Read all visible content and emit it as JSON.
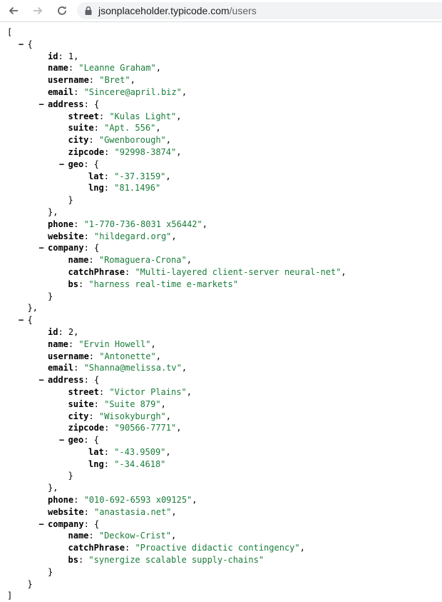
{
  "browser": {
    "url_host": "jsonplaceholder.typicode.com",
    "url_path": "/users",
    "icons": [
      "back-icon",
      "forward-icon",
      "reload-icon",
      "lock-icon"
    ]
  },
  "colors": {
    "string": "#1a7d3b",
    "key": "#000000",
    "toolbar_bg": "#f1f3f4"
  },
  "json": [
    {
      "id": 1,
      "name": "Leanne Graham",
      "username": "Bret",
      "email": "Sincere@april.biz",
      "address": {
        "street": "Kulas Light",
        "suite": "Apt. 556",
        "city": "Gwenborough",
        "zipcode": "92998-3874",
        "geo": {
          "lat": "-37.3159",
          "lng": "81.1496"
        }
      },
      "phone": "1-770-736-8031 x56442",
      "website": "hildegard.org",
      "company": {
        "name": "Romaguera-Crona",
        "catchPhrase": "Multi-layered client-server neural-net",
        "bs": "harness real-time e-markets"
      }
    },
    {
      "id": 2,
      "name": "Ervin Howell",
      "username": "Antonette",
      "email": "Shanna@melissa.tv",
      "address": {
        "street": "Victor Plains",
        "suite": "Suite 879",
        "city": "Wisokyburgh",
        "zipcode": "90566-7771",
        "geo": {
          "lat": "-43.9509",
          "lng": "-34.4618"
        }
      },
      "phone": "010-692-6593 x09125",
      "website": "anastasia.net",
      "company": {
        "name": "Deckow-Crist",
        "catchPhrase": "Proactive didactic contingency",
        "bs": "synergize scalable supply-chains"
      }
    }
  ]
}
